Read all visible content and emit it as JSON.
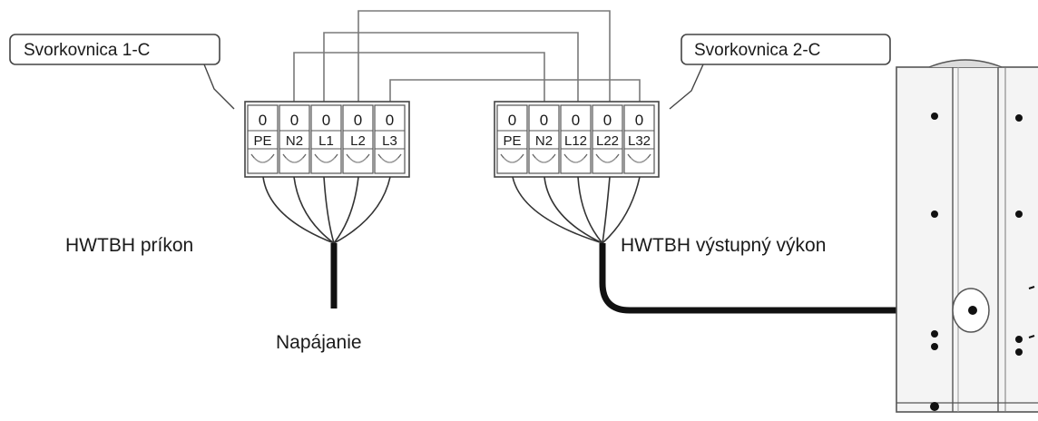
{
  "callouts": {
    "block1": "Svorkovnica 1-C",
    "block2": "Svorkovnica 2-C"
  },
  "labels": {
    "input": "HWTBH príkon",
    "output": "HWTBH výstupný výkon",
    "power": "Napájanie"
  },
  "block1": {
    "terminals": [
      {
        "top": "0",
        "label": "PE"
      },
      {
        "top": "0",
        "label": "N2"
      },
      {
        "top": "0",
        "label": "L1"
      },
      {
        "top": "0",
        "label": "L2"
      },
      {
        "top": "0",
        "label": "L3"
      }
    ]
  },
  "block2": {
    "terminals": [
      {
        "top": "0",
        "label": "PE"
      },
      {
        "top": "0",
        "label": "N2"
      },
      {
        "top": "0",
        "label": "L12"
      },
      {
        "top": "0",
        "label": "L22"
      },
      {
        "top": "0",
        "label": "L32"
      }
    ]
  }
}
